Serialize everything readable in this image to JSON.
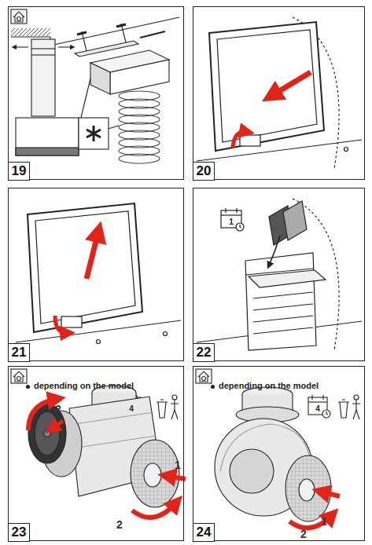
{
  "diagram": {
    "nodes": [
      {
        "text": [
          "19"
        ]
      },
      {
        "text": [
          "20"
        ]
      },
      {
        "text": [
          "21"
        ]
      },
      {
        "text": [
          "22"
        ]
      },
      {
        "text": [
          "depending on the model",
          "23"
        ]
      },
      {
        "text": [
          "depending on the model",
          "24"
        ]
      }
    ],
    "labels": [
      "1",
      "4",
      "2",
      "1",
      "2",
      "4",
      "1",
      "2"
    ]
  }
}
